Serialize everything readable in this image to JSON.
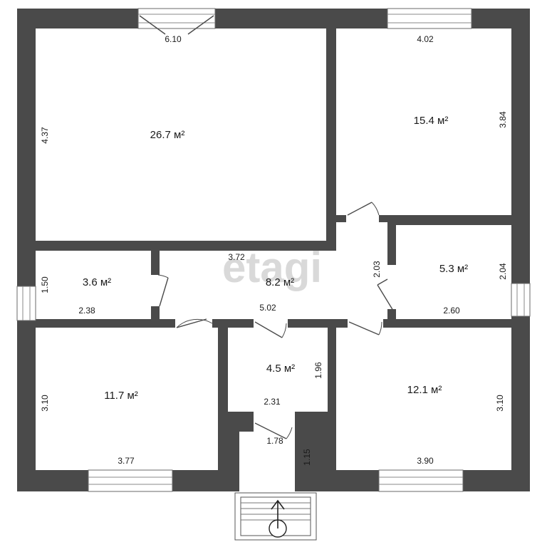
{
  "watermark": "etagi",
  "rooms": {
    "living": {
      "area": "26.7 м²",
      "dim_top": "6.10",
      "dim_side": "4.37"
    },
    "bedroom_ne": {
      "area": "15.4 м²",
      "dim_top": "4.02",
      "dim_side": "3.84"
    },
    "small_w": {
      "area": "3.6 м²",
      "dim_bottom": "2.38",
      "dim_side": "1.50"
    },
    "hall": {
      "area": "8.2 м²",
      "dim_top": "3.72",
      "dim_bottom": "5.02",
      "dim_side": "2.03"
    },
    "small_e": {
      "area": "5.3 м²",
      "dim_bottom": "2.60",
      "dim_side": "2.04"
    },
    "bedroom_sw": {
      "area": "11.7 м²",
      "dim_bottom": "3.77",
      "dim_side": "3.10"
    },
    "bath": {
      "area": "4.5 м²",
      "dim_bottom": "2.31",
      "dim_side": "1.96"
    },
    "bedroom_se": {
      "area": "12.1 м²",
      "dim_bottom": "3.90",
      "dim_side": "3.10"
    },
    "vestibule": {
      "dim_top": "1.78",
      "dim_side": "1.15"
    }
  },
  "icons": {
    "entrance": "entrance-arrow-icon"
  },
  "colors": {
    "wall": "#4a4a4a",
    "background": "#ffffff"
  }
}
